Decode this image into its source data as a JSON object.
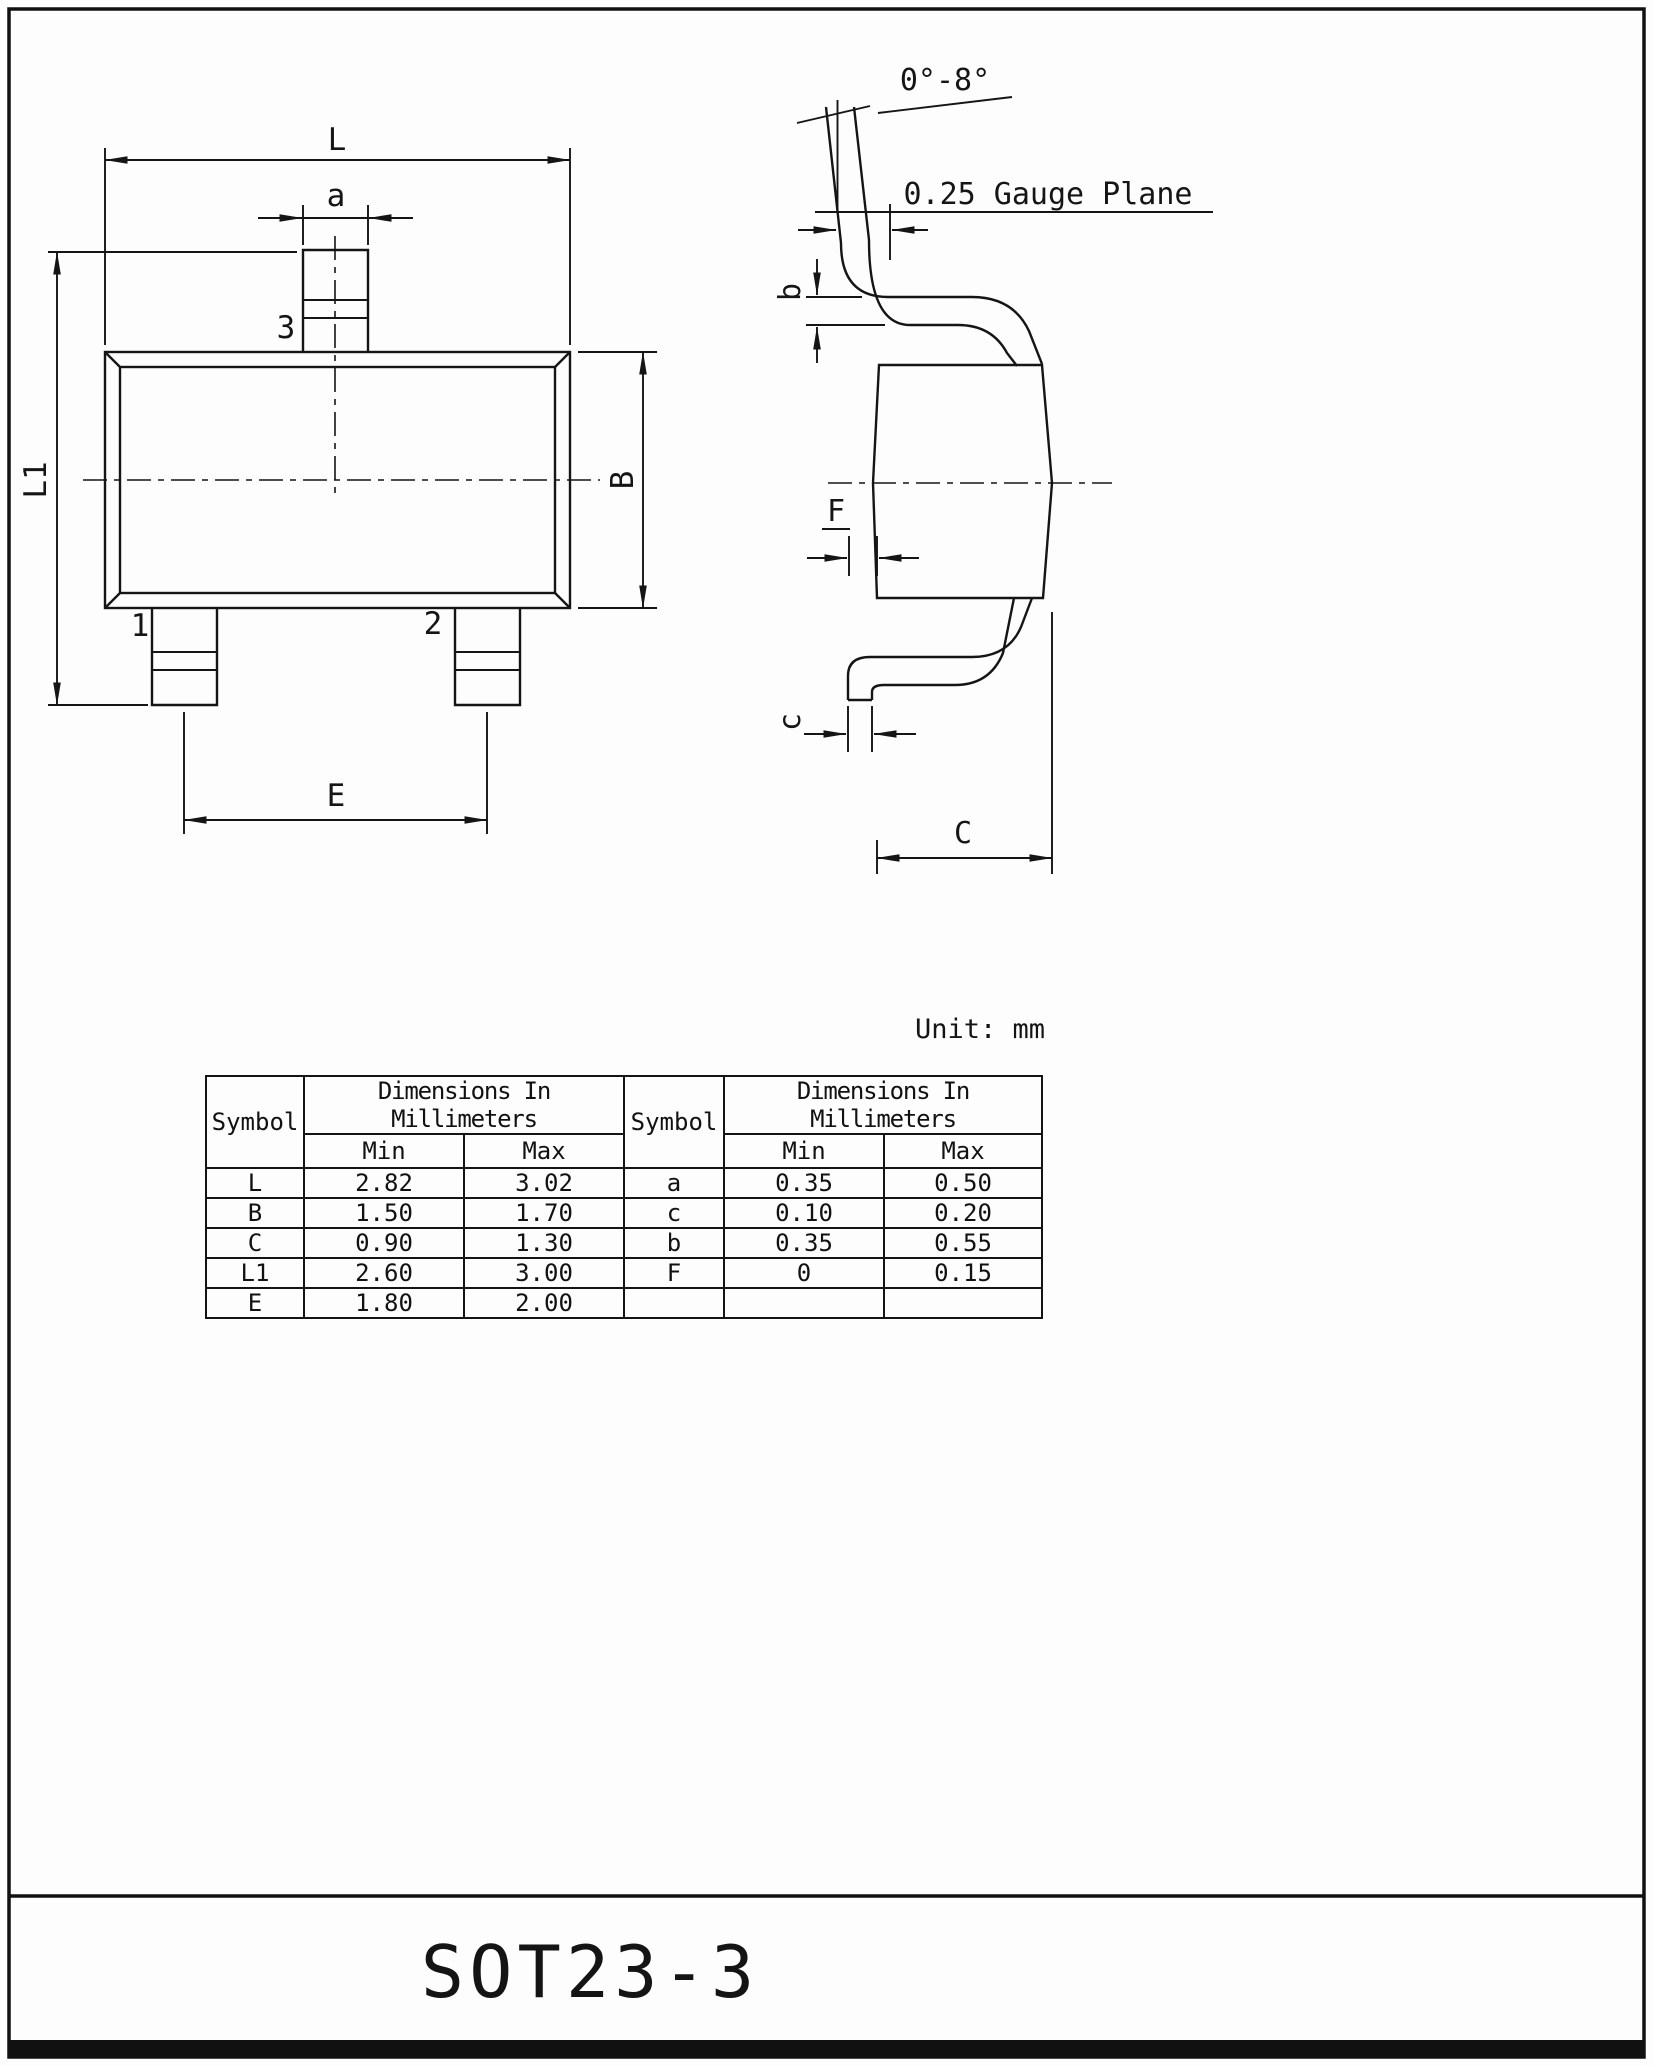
{
  "frame": {
    "title": "SOT23-3",
    "unit_label": "Unit: mm"
  },
  "front_view": {
    "labels": {
      "L": "L",
      "a": "a",
      "L1": "L1",
      "B": "B",
      "E": "E"
    },
    "pins": {
      "p1": "1",
      "p2": "2",
      "p3": "3"
    }
  },
  "side_view": {
    "angle_label": "0°-8°",
    "gauge_plane_label": "0.25 Gauge Plane",
    "labels": {
      "b": "b",
      "F": "F",
      "c": "c",
      "C": "C"
    }
  },
  "table": {
    "headers": {
      "symbol": "Symbol",
      "dimensions": "Dimensions In Millimeters",
      "min": "Min",
      "max": "Max"
    },
    "left_rows": [
      {
        "symbol": "L",
        "min": "2.82",
        "max": "3.02"
      },
      {
        "symbol": "B",
        "min": "1.50",
        "max": "1.70"
      },
      {
        "symbol": "C",
        "min": "0.90",
        "max": "1.30"
      },
      {
        "symbol": "L1",
        "min": "2.60",
        "max": "3.00"
      },
      {
        "symbol": "E",
        "min": "1.80",
        "max": "2.00"
      }
    ],
    "right_rows": [
      {
        "symbol": "a",
        "min": "0.35",
        "max": "0.50"
      },
      {
        "symbol": "c",
        "min": "0.10",
        "max": "0.20"
      },
      {
        "symbol": "b",
        "min": "0.35",
        "max": "0.55"
      },
      {
        "symbol": "F",
        "min": "0",
        "max": "0.15"
      },
      {
        "symbol": "",
        "min": "",
        "max": ""
      }
    ]
  }
}
